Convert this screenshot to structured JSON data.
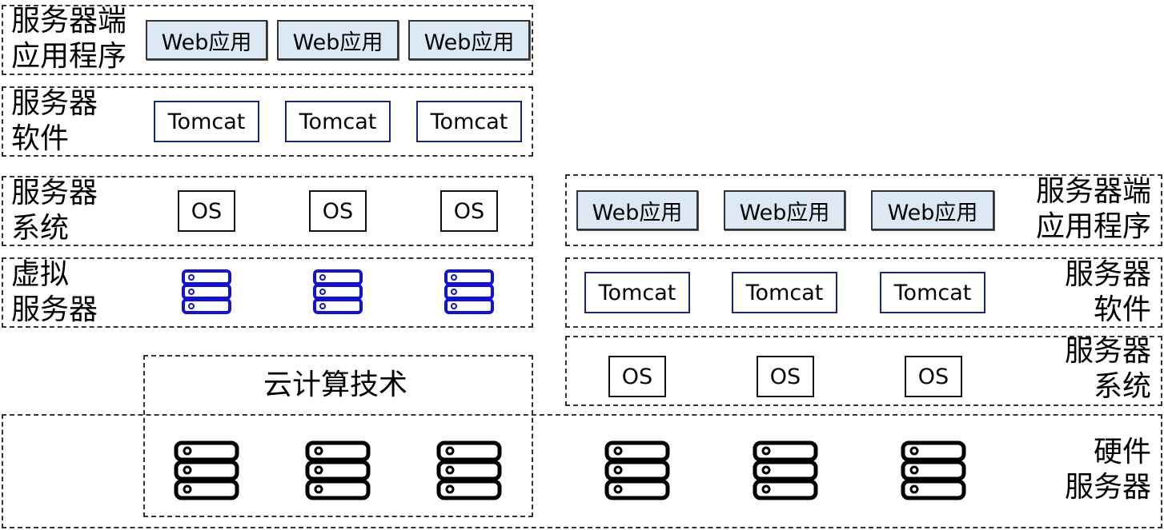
{
  "left_stack": {
    "app_label": "服务器端\n应用程序",
    "app_label_l1": "服务器端",
    "app_label_l2": "应用程序",
    "web_apps": [
      "Web应用",
      "Web应用",
      "Web应用"
    ],
    "sw_label_l1": "服务器",
    "sw_label_l2": "软件",
    "tomcats": [
      "Tomcat",
      "Tomcat",
      "Tomcat"
    ],
    "sys_label_l1": "服务器",
    "sys_label_l2": "系统",
    "os": [
      "OS",
      "OS",
      "OS"
    ],
    "vs_label_l1": "虚拟",
    "vs_label_l2": "服务器",
    "virtual_server_icon": "server-rack-icon",
    "virtual_server_color": "#1010e0"
  },
  "right_stack": {
    "app_label_l1": "服务器端",
    "app_label_l2": "应用程序",
    "web_apps": [
      "Web应用",
      "Web应用",
      "Web应用"
    ],
    "sw_label_l1": "服务器",
    "sw_label_l2": "软件",
    "tomcats": [
      "Tomcat",
      "Tomcat",
      "Tomcat"
    ],
    "sys_label_l1": "服务器",
    "sys_label_l2": "系统",
    "os": [
      "OS",
      "OS",
      "OS"
    ]
  },
  "cloud": {
    "title": "云计算技术"
  },
  "hardware": {
    "label_l1": "硬件",
    "label_l2": "服务器",
    "icon": "server-rack-icon",
    "color": "#000000"
  },
  "colors": {
    "web_fill": "#dce9f5",
    "tomcat_border": "#1a237e"
  }
}
